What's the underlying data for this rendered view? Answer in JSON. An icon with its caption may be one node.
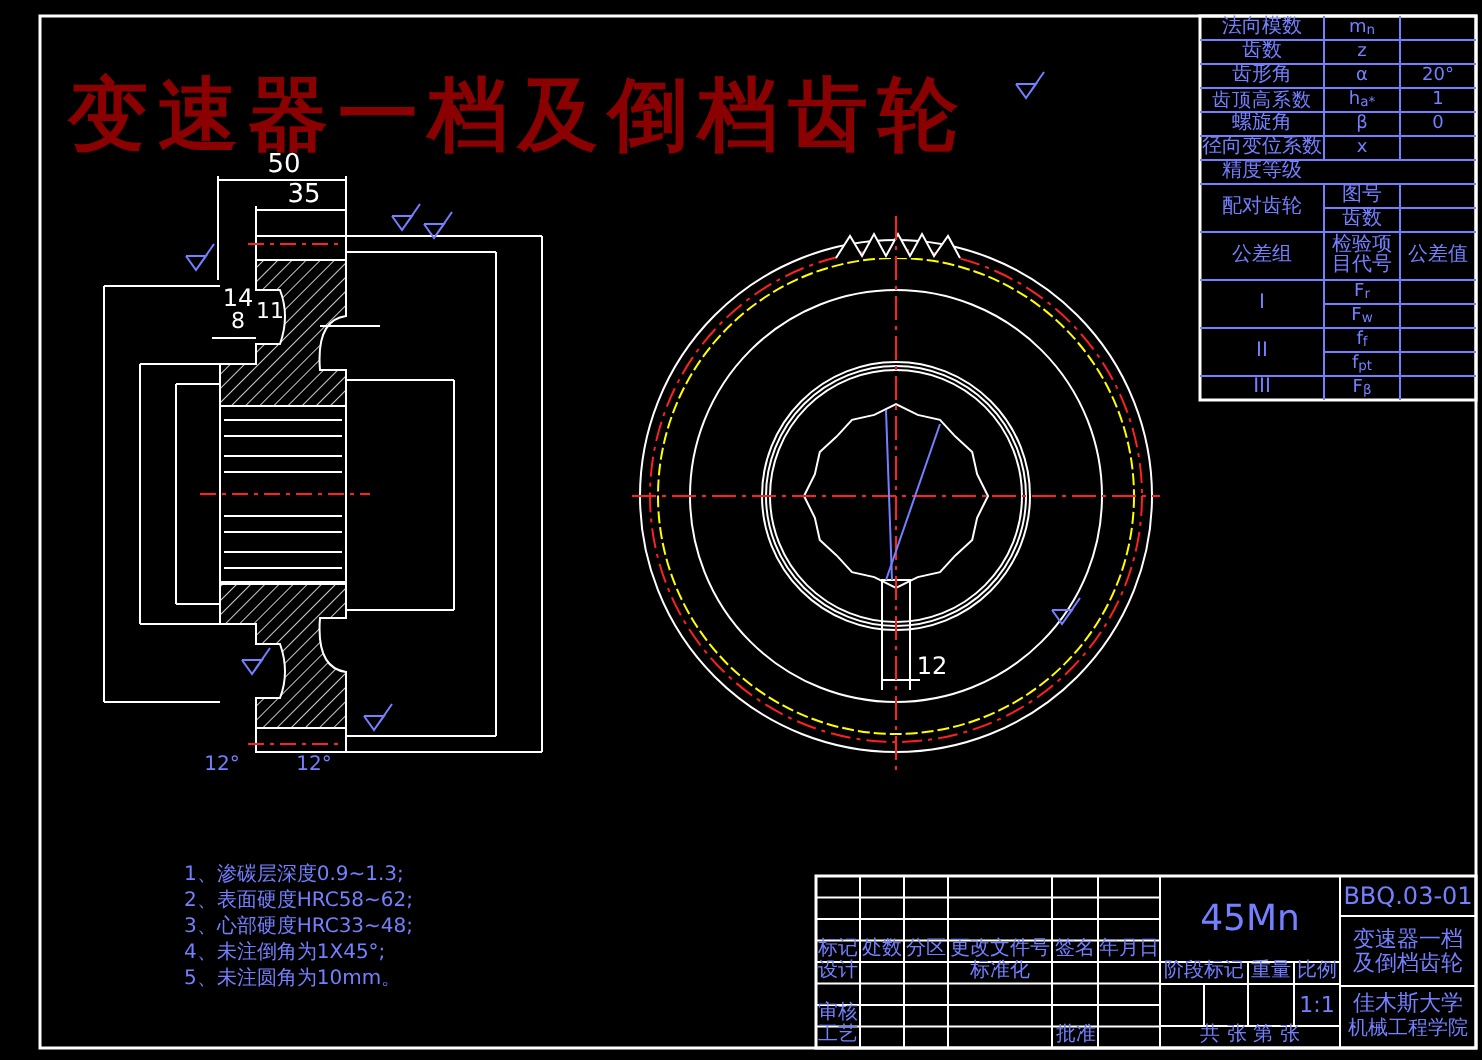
{
  "diagram": {
    "title": "变速器一档及倒档齿轮",
    "labels": [
      "法向模数",
      "m$_{n}$",
      "齿数",
      "z",
      "齿形角",
      "α",
      "20°",
      "齿顶高系数",
      "h$_{a}$$^{*}$",
      "1",
      "螺旋角",
      "β",
      "0",
      "径向变位系数",
      "x",
      "精度等级",
      "配对齿轮",
      "图号",
      "齿数",
      "公差组",
      "检验项目代号",
      "公差值",
      "I",
      "F$_{r}$",
      "F$_{w}$",
      "II",
      "f$_{f}$",
      "f$_{pt}$",
      "III",
      "F$_{β}$",
      "50",
      "35",
      "14",
      "11",
      "8",
      "12°",
      "12°",
      "12",
      "1、渗碳层深度0.9~1.3;",
      "2、表面硬度HRC58~62;",
      "3、心部硬度HRC33~48;",
      "4、未注倒角为1X45°;",
      "5、未注圆角为10mm。",
      "标记",
      "处数",
      "分区",
      "更改文件号",
      "签名",
      "年月日",
      "设计",
      "标准化",
      "审核",
      "工艺",
      "批准",
      "45Mn",
      "阶段标记",
      "重量",
      "比例",
      "1:1",
      "共 张 第 张",
      "BBQ.03-01",
      "变速器一档及倒档齿轮",
      "佳木斯大学",
      "机械工程学院"
    ]
  }
}
